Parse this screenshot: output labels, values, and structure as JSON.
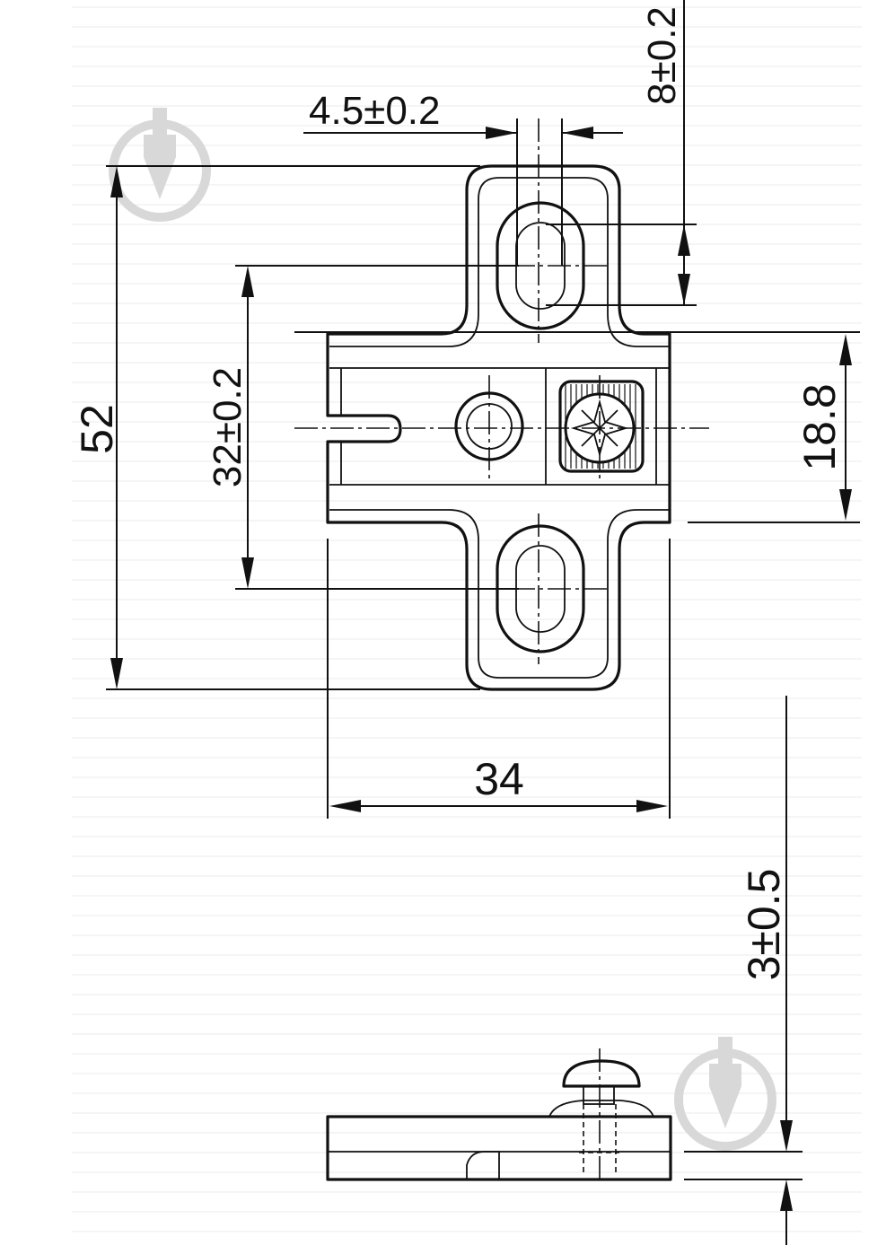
{
  "dimensions": {
    "slot_width": "4.5±0.2",
    "slot_offset": "8±0.2",
    "overall_height": "52",
    "hole_spacing": "32±0.2",
    "plate_depth": "18.8",
    "width": "34",
    "plate_thickness": "3±0.5"
  },
  "colors": {
    "line": "#111111",
    "background": "#ffffff",
    "watermark": "#d8d8d8"
  },
  "icons": {
    "watermark": "drop-pin-icon"
  }
}
